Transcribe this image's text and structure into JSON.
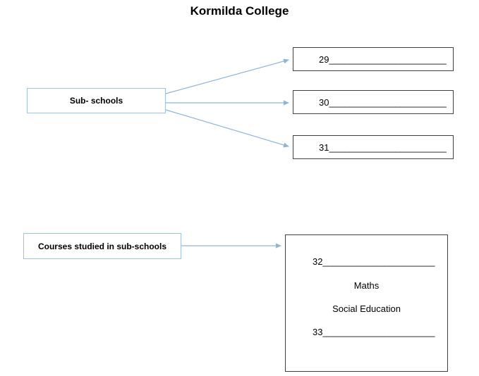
{
  "title": "Kormilda College",
  "colors": {
    "box_border": "#9DC3E6",
    "arrow": "#8FB4D9",
    "answer_box_border": "#404040",
    "text": "#000000"
  },
  "sub_schools": {
    "label": "Sub- schools",
    "answers": [
      {
        "text": "29_______________________"
      },
      {
        "text": "30_______________________"
      },
      {
        "text": "31_______________________"
      }
    ]
  },
  "courses": {
    "label": "Courses studied in sub-schools",
    "items": [
      "32______________________",
      "Maths",
      "Social Education",
      "33______________________"
    ]
  }
}
